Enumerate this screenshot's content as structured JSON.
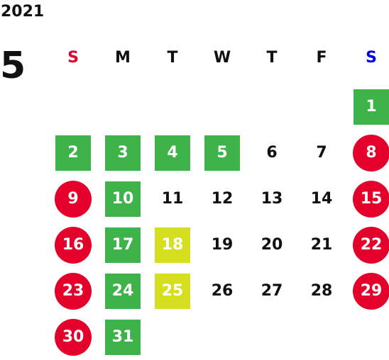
{
  "calendar": {
    "year": "2021",
    "month": "5",
    "weekdays": [
      {
        "label": "S",
        "color": "#e4002b"
      },
      {
        "label": "M",
        "color": "#111111"
      },
      {
        "label": "T",
        "color": "#111111"
      },
      {
        "label": "W",
        "color": "#111111"
      },
      {
        "label": "T",
        "color": "#111111"
      },
      {
        "label": "F",
        "color": "#111111"
      },
      {
        "label": "S",
        "color": "#0000ee"
      }
    ],
    "first_weekday_index": 6,
    "legend_colors": {
      "green": "#3db34a",
      "yellow": "#d5df1f",
      "holiday": "#e4002b"
    },
    "days": [
      {
        "day": "1",
        "style": "green"
      },
      {
        "day": "2",
        "style": "green"
      },
      {
        "day": "3",
        "style": "green"
      },
      {
        "day": "4",
        "style": "green"
      },
      {
        "day": "5",
        "style": "green"
      },
      {
        "day": "6",
        "style": "plain"
      },
      {
        "day": "7",
        "style": "plain"
      },
      {
        "day": "8",
        "style": "holiday"
      },
      {
        "day": "9",
        "style": "holiday"
      },
      {
        "day": "10",
        "style": "green"
      },
      {
        "day": "11",
        "style": "plain"
      },
      {
        "day": "12",
        "style": "plain"
      },
      {
        "day": "13",
        "style": "plain"
      },
      {
        "day": "14",
        "style": "plain"
      },
      {
        "day": "15",
        "style": "holiday"
      },
      {
        "day": "16",
        "style": "holiday"
      },
      {
        "day": "17",
        "style": "green"
      },
      {
        "day": "18",
        "style": "yellow"
      },
      {
        "day": "19",
        "style": "plain"
      },
      {
        "day": "20",
        "style": "plain"
      },
      {
        "day": "21",
        "style": "plain"
      },
      {
        "day": "22",
        "style": "holiday"
      },
      {
        "day": "23",
        "style": "holiday"
      },
      {
        "day": "24",
        "style": "green"
      },
      {
        "day": "25",
        "style": "yellow"
      },
      {
        "day": "26",
        "style": "plain"
      },
      {
        "day": "27",
        "style": "plain"
      },
      {
        "day": "28",
        "style": "plain"
      },
      {
        "day": "29",
        "style": "holiday"
      },
      {
        "day": "30",
        "style": "holiday"
      },
      {
        "day": "31",
        "style": "green"
      }
    ]
  }
}
